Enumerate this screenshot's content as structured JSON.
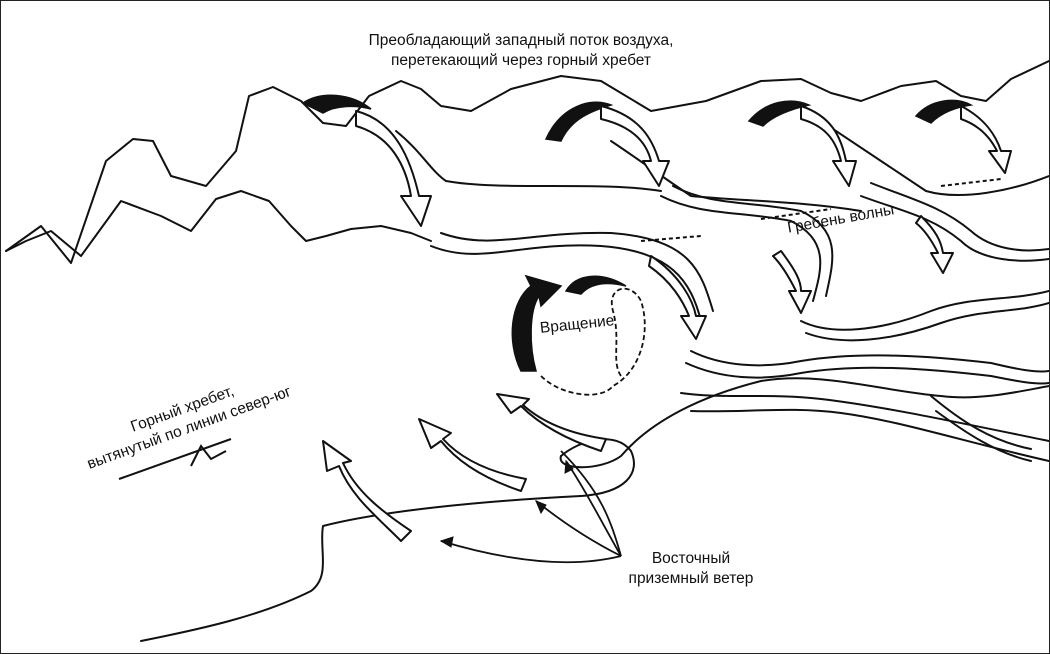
{
  "labels": {
    "title_line1": "Преобладающий западный поток воздуха,",
    "title_line2": "перетекающий через горный хребет",
    "wave_crest": "Гребень волны",
    "rotation": "Вращение",
    "ridge_line1": "Горный хребет,",
    "ridge_line2": "вытянутый по линии север-юг",
    "wind_line1": "Восточный",
    "wind_line2": "приземный ветер"
  },
  "colors": {
    "ink": "#111111",
    "background": "#ffffff"
  }
}
